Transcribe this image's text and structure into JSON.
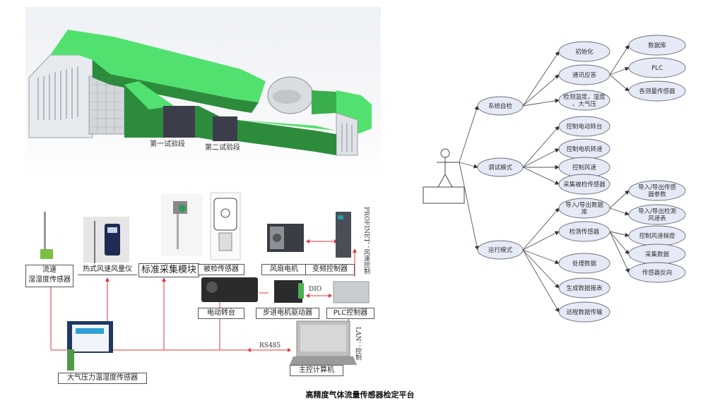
{
  "caption": "高精度气体流量传感器检定平台",
  "tunnel_render": {
    "labels": {
      "test_section_1": "第一试验段",
      "test_section_2": "第二试验段"
    },
    "colors": {
      "duct": "#4ee06a",
      "duct_dark": "#2a8f3a",
      "test_section": "#3b3d4a"
    }
  },
  "wiring": {
    "devices": {
      "temp_humidity_sensor": "流速\n湿湿度传感器",
      "hotwire_anemometer": "热式风速风量仪",
      "standard_module": "标准采集模块",
      "sensor_under_test": "被检传感器",
      "fan_motor": "风扇电机",
      "vfd": "变频控制器",
      "turntable": "电动转台",
      "stepper_driver": "步进电机驱动器",
      "plc": "PLC控制器",
      "pc": "主控计算机",
      "pressure_sensor": "大气压力温湿度传感器"
    },
    "links": {
      "profinet": "PROFINET：风速控制",
      "dio": "DIO",
      "rs485": "RS485",
      "lan": "LAN：控制"
    },
    "wire_color": "#e8353a"
  },
  "usecase": {
    "actor": "user",
    "root_modes": [
      {
        "label": "系统自检",
        "children": [
          {
            "label": "初始化",
            "children": []
          },
          {
            "label": "通讯应答",
            "children": [
              {
                "label": "数据库"
              },
              {
                "label": "PLC"
              },
              {
                "label": "各测量传感器"
              }
            ]
          },
          {
            "label": "检测温度，湿度、大气压",
            "children": []
          }
        ]
      },
      {
        "label": "调试模式",
        "children": [
          {
            "label": "控制电动转台",
            "children": []
          },
          {
            "label": "控制电机转速",
            "children": []
          },
          {
            "label": "控制风速",
            "children": []
          },
          {
            "label": "采集被检传感器",
            "children": []
          }
        ]
      },
      {
        "label": "运行模式",
        "children": [
          {
            "label": "导入/导出数据库",
            "children": [
              {
                "label": "导入/导出传感器参数"
              },
              {
                "label": "导入/导出检测风速表"
              }
            ]
          },
          {
            "label": "检测传感器",
            "children": [
              {
                "label": "控制风速梯度"
              },
              {
                "label": "采集数据"
              },
              {
                "label": "传感器反向"
              }
            ]
          },
          {
            "label": "处理数据",
            "children": []
          },
          {
            "label": "生成数据报表",
            "children": []
          },
          {
            "label": "远程数据传输",
            "children": []
          }
        ]
      }
    ],
    "colors": {
      "ellipse_fill": "#e6eaf6",
      "ellipse_stroke": "#6b6f7a",
      "line": "#555555"
    }
  }
}
